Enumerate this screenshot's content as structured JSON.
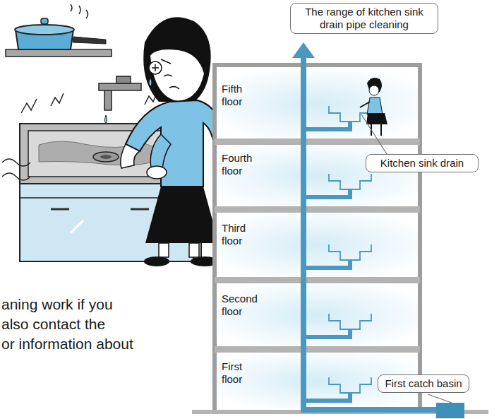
{
  "diagram": {
    "nodes": [
      {
        "text": [
          "The range of kitchen sink drain pipe cleaning"
        ]
      },
      {
        "text": [
          "Kitchen sink drain"
        ]
      },
      {
        "text": [
          "First catch basin"
        ]
      }
    ],
    "labels": [
      "Fifth floor",
      "Fourth floor",
      "Third floor",
      "Second floor",
      "First floor",
      "aning work if you",
      "also contact the",
      "or information about"
    ]
  }
}
